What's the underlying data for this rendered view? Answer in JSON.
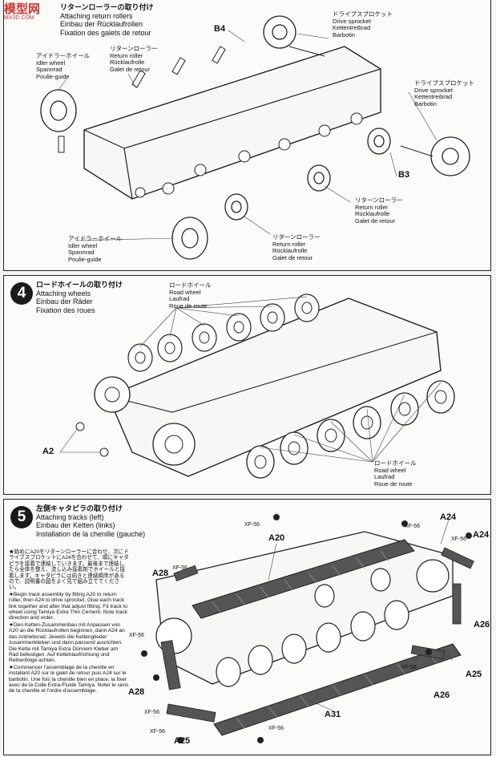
{
  "watermark": {
    "big": "模型网",
    "small": "MX3D.COM"
  },
  "step3": {
    "title_jp": "リターンローラーの取り付け",
    "title_en": "Attaching return rollers",
    "title_de": "Einbau der Rücklaufrollen",
    "title_fr": "Fixation des galets de retour",
    "idler_top": [
      "アイドラーホイール",
      "Idler wheel",
      "Spannrad",
      "Poulie-guide"
    ],
    "return_top": [
      "リターンローラー",
      "Return roller",
      "Rücklaufrolle",
      "Galet de retour"
    ],
    "sprocket_top": [
      "ドライブスプロケット",
      "Drive sprocket",
      "Kettentreibrad",
      "Barbotin"
    ],
    "sprocket_right": [
      "ドライブスプロケット",
      "Drive sprocket",
      "Kettentreibrad",
      "Barbotin"
    ],
    "return_right": [
      "リターンローラー",
      "Return roller",
      "Rücklaufrolle",
      "Galet de retour"
    ],
    "return_bottom": [
      "リターンローラー",
      "Return roller",
      "Rücklaufrolle",
      "Galet de retour"
    ],
    "idler_bottom": [
      "アイドラーホイール",
      "Idler wheel",
      "Spannrad",
      "Poulie-guide"
    ],
    "parts": {
      "b4": "B4",
      "b3": "B3"
    }
  },
  "step4": {
    "num": "4",
    "title_jp": "ロードホイールの取り付け",
    "title_en": "Attaching wheels",
    "title_de": "Einbau der Räder",
    "title_fr": "Fixation des roues",
    "road_top": [
      "ロードホイール",
      "Road wheel",
      "Laufrad",
      "Roue de route"
    ],
    "road_bottom": [
      "ロードホイール",
      "Road wheel",
      "Laufrad",
      "Roue de route"
    ],
    "parts": {
      "a2": "A2"
    }
  },
  "step5": {
    "num": "5",
    "title_jp": "左側キャタピラの取り付け",
    "title_en": "Attaching tracks (left)",
    "title_de": "Einbau der Ketten (links)",
    "title_fr": "Installation de la chenille (gauche)",
    "notes": [
      "★始めにA20をリターンローラーに合わせ、次にドライブスプロケットにA24を合わせて、順にキャタピラを接着で連結していきます。最後まで連結したら全体を整え、流し込み接着剤でホイールと接着します。キャタピラには向きと連結順序があるので、説明書の図をよく見て組み立ててください。",
      "★Begin track assembly by fitting A20 to return roller, then A24 to drive sprocket. Glue each track link together and after that adjust fitting. Fit track to wheel using Tamiya Extra Thin Cement. Note track direction and order.",
      "★Den Ketten-Zusammenbau mit Anpassen von A20 an die Rücklaufrollen beginnen, dann A24 an das Antriebsrad. Jeweils die Kettenglieder zusammenkleben und dann passend ausrichten. Die Kette mit Tamiya Extra Dünnem Kleber am Rad befestigen. Auf Kettenlaufrichtung und Reihenfolge achten.",
      "★Commencer l'assemblage de la chenille en installant A20 sur le galet de retour puis A24 sur le barbotin. Une fois la chenille bien en place, la fixer avec de la Colle Extra-Fluide Tamiya. Noter le sens de la chenille et l'ordre d'assemblage."
    ],
    "parts": {
      "a20": "A20",
      "a24a": "A24",
      "a24b": "A24",
      "a28a": "A28",
      "a28b": "A28",
      "a26a": "A26",
      "a26b": "A26",
      "a25a": "A25",
      "a25b": "A25",
      "a31": "A31"
    },
    "xf": "XF-56"
  }
}
